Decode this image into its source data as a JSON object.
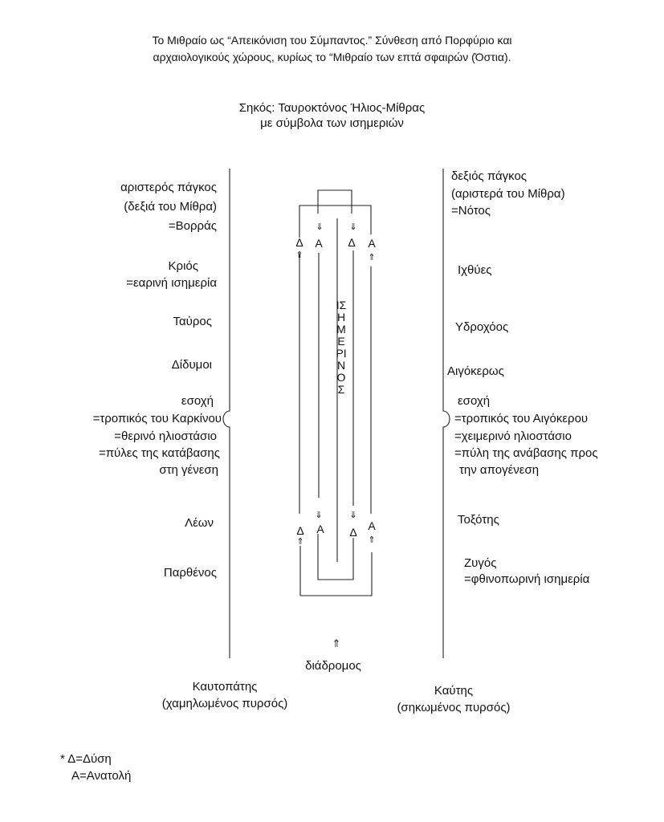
{
  "caption": {
    "line1": "Το Μιθραίο ως “Απεικόνιση του Σύμπαντος.” Σύνθεση από Πορφύριο και",
    "line2": "αρχαιολογικούς χώρους, κυρίως το “Μιθραίο των επτά σφαιρών (Όστια)."
  },
  "sanctum": {
    "line1": "Σηκός: Ταυροκτόνος Ήλιος-Μίθρας",
    "line2": "με σύμβολα των ισημεριών"
  },
  "left_labels": {
    "bench1": "αριστερός πάγκος",
    "bench2": "(δεξιά του Μίθρα)",
    "bench3": "=Βορράς",
    "aries1": "Κριός",
    "aries2": "=εαρινή ισημερία",
    "taurus": "Ταύρος",
    "gemini": "Δίδυμοι",
    "niche1": "εσοχή",
    "niche2": "=τροπικός του Καρκίνου",
    "niche3": "=θερινό ηλιοστάσιο",
    "niche4": "=πύλες της κατάβασης",
    "niche5": "στη γένεση",
    "leo": "Λέων",
    "virgo": "Παρθένος"
  },
  "right_labels": {
    "bench1": "δεξιός πάγκος",
    "bench2": "(αριστερά του Μίθρα)",
    "bench3": "=Νότος",
    "pisces": "Ιχθύες",
    "aquarius": "Υδροχόος",
    "capricorn": "Αιγόκερως",
    "niche1": "εσοχή",
    "niche2": "=τροπικός του Αιγόκερου",
    "niche3": "=χειμερινό ηλιοστάσιο",
    "niche4": "=πύλη της ανάβασης προς",
    "niche5": "την απογένεση",
    "sagittarius": "Τοξότης",
    "libra1": "Ζυγός",
    "libra2": "=φθινοπωρινή ισημερία"
  },
  "equator": "ΙΣΗΜΕΡΙΝΟΣ",
  "markers": {
    "west": "Δ",
    "east": "Α",
    "down": "⇓",
    "up": "⇑"
  },
  "corridor": {
    "arrow": "⇑",
    "label": "διάδρομος"
  },
  "torchbearers": {
    "cautopates1": "Καυτοπάτης",
    "cautopates2": "(χαμηλωμένος πυρσός)",
    "cautes1": "Καύτης",
    "cautes2": "(σηκωμένος πυρσός)"
  },
  "legend": {
    "west": "* Δ=Δύση",
    "east": "Α=Ανατολή"
  }
}
